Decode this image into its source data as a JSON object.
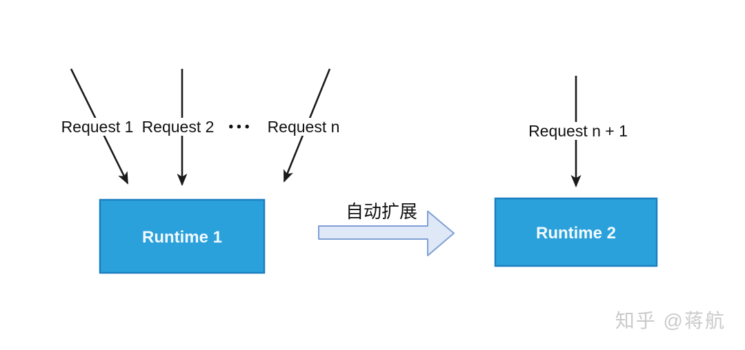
{
  "colors": {
    "background": "#FFFFFF",
    "line_color": "#1A1A1A",
    "text_color": "#111111",
    "runtime_box_fill": "#2BA1DC",
    "runtime_box_border": "#1B7FC0",
    "runtime_text_color": "#F2FAFE",
    "scale_arrow_fill": "#DEE8F6",
    "scale_arrow_border": "#7F9FD6",
    "watermark_color": "#CACACA"
  },
  "left_cluster": {
    "request_labels": [
      "Request 1",
      "Request 2",
      "Request n"
    ],
    "ellipsis": "•••",
    "runtime_label": "Runtime 1"
  },
  "right_cluster": {
    "request_label": "Request n + 1",
    "runtime_label": "Runtime 2"
  },
  "transition": {
    "label": "自动扩展"
  },
  "watermark": {
    "text": "知乎 @蒋航"
  }
}
